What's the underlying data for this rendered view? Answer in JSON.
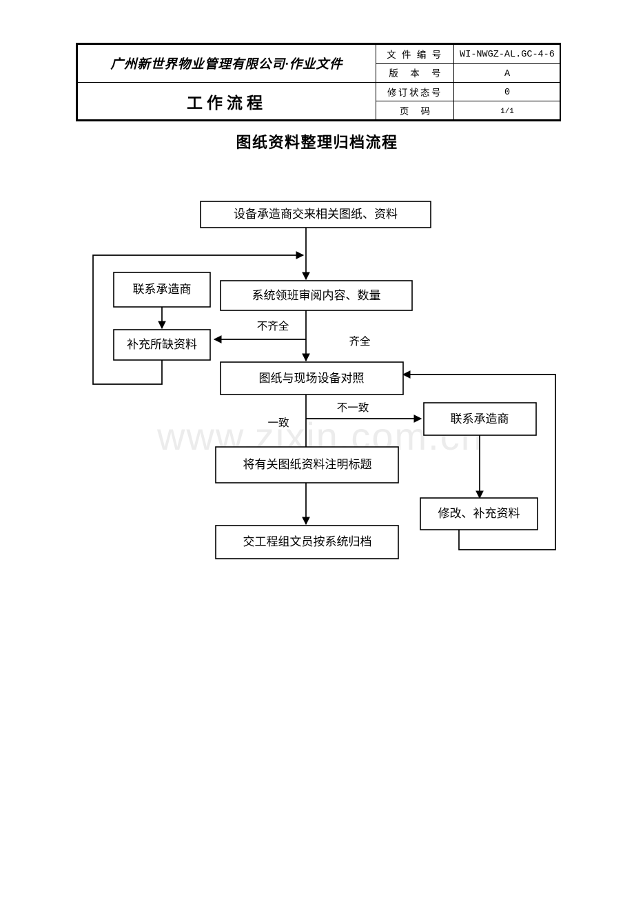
{
  "header": {
    "company": "广州新世界物业管理有限公司·作业文件",
    "section": "工作流程",
    "fields": [
      {
        "label": "文 件 编 号",
        "value": "WI-NWGZ-AL.GC-4-6"
      },
      {
        "label": "版 本 号",
        "value": "A"
      },
      {
        "label": "修订状态号",
        "value": "0"
      },
      {
        "label": "页 码",
        "value": "1/1"
      }
    ]
  },
  "document": {
    "title": "图纸资料整理归档流程"
  },
  "watermark": {
    "text": "www.zixin.com.cn"
  },
  "flowchart": {
    "nodes": {
      "start": "设备承造商交来相关图纸、资料",
      "contact_left": "联系承造商",
      "review": "系统领班审阅内容、数量",
      "supplement": "补充所缺资料",
      "compare": "图纸与现场设备对照",
      "contact_right": "联系承造商",
      "mark_title": "将有关图纸资料注明标题",
      "modify": "修改、补充资料",
      "archive": "交工程组文员按系统归档"
    },
    "edge_labels": {
      "incomplete": "不齐全",
      "complete": "齐全",
      "mismatch": "不一致",
      "match": "一致"
    }
  }
}
